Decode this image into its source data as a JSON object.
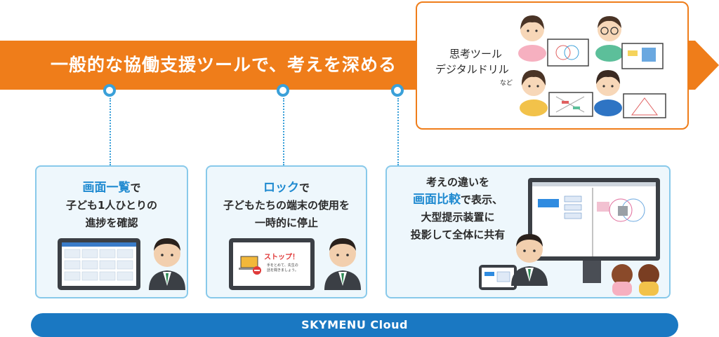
{
  "banner": {
    "title": "一般的な協働支援ツールで、考えを深める"
  },
  "tools": {
    "line1": "思考ツール",
    "line2": "デジタルドリル",
    "note": "など"
  },
  "cards": [
    {
      "highlight": "画面一覧",
      "after": "で",
      "line2": "子ども1人ひとりの",
      "line3": "進捗を確認"
    },
    {
      "highlight": "ロック",
      "after": "で",
      "line2": "子どもたちの端末の使用を",
      "line3": "一時的に停止",
      "stop_title": "ストップ！",
      "stop_body1": "手をとめて、先生の",
      "stop_body2": "話を聞きましょう。"
    },
    {
      "line1": "考えの違いを",
      "highlight": "画面比較",
      "after": "で表示、",
      "line3": "大型提示装置に",
      "line4": "投影して全体に共有"
    }
  ],
  "footer": {
    "label": "SKYMENU Cloud"
  },
  "colors": {
    "orange": "#ef7d1a",
    "blue": "#1a78c2",
    "accent_text": "#1f8ad0",
    "card_border": "#88c9ea"
  }
}
